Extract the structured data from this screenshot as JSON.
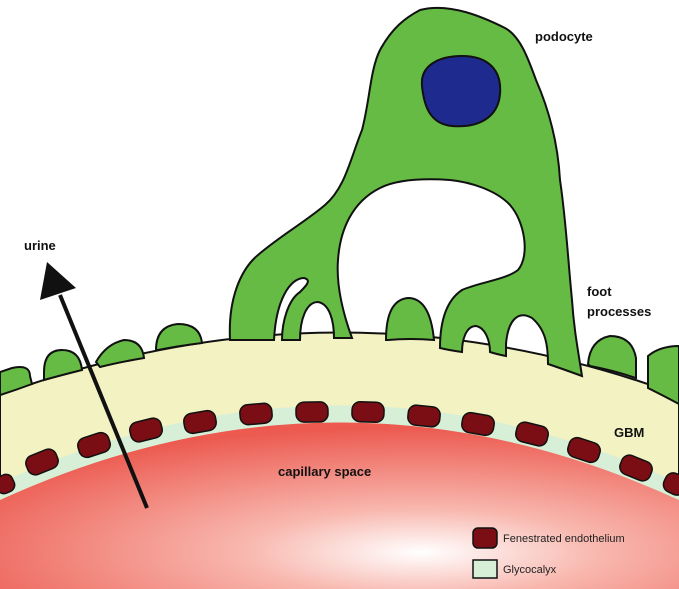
{
  "labels": {
    "podocyte": "podocyte",
    "urine": "urine",
    "foot_processes_line1": "foot",
    "foot_processes_line2": "processes",
    "gbm": "GBM",
    "capillary_space": "capillary space"
  },
  "legend": {
    "items": [
      {
        "label": "Fenestrated endothelium",
        "color": "#7a0e14"
      },
      {
        "label": "Glycocalyx",
        "color": "#d7efd7"
      }
    ]
  },
  "colors": {
    "podocyte_green": "#66bb44",
    "nucleus_blue": "#1f2a8f",
    "gbm_yellow": "#f2f2c2",
    "capillary_red": "#ec5a50",
    "endothelium": "#7a0e14",
    "glycocalyx": "#d7efd7",
    "outline": "#111111"
  }
}
